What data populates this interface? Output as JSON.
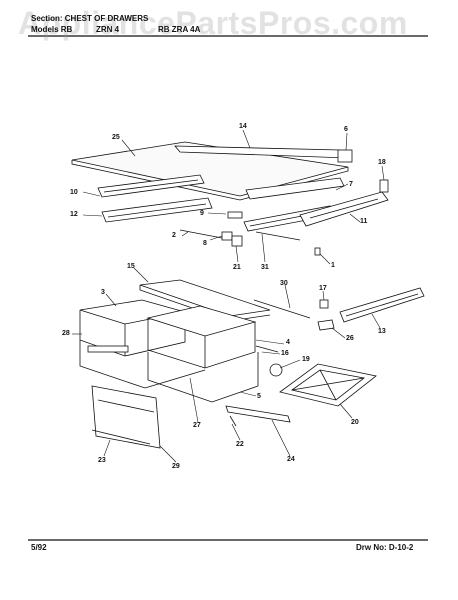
{
  "header": {
    "section_line": "Section: CHEST OF DRAWERS",
    "model_line_left": "Models RB",
    "model_line_mid": "ZRN 4",
    "model_line_right": "RB ZRA 4A"
  },
  "watermark": "AppliancePartsPros.com",
  "footer": {
    "date": "5/92",
    "drawing_no": "Drw No: D-10-2"
  },
  "callouts": {
    "c1": "1",
    "c2": "2",
    "c3": "3",
    "c4": "4",
    "c5": "5",
    "c6": "6",
    "c7": "7",
    "c8": "8",
    "c9": "9",
    "c10": "10",
    "c11": "11",
    "c12": "12",
    "c13": "13",
    "c14": "14",
    "c15": "15",
    "c16": "16",
    "c17": "17",
    "c18": "18",
    "c19": "19",
    "c20": "20",
    "c21": "21",
    "c22": "22",
    "c23": "23",
    "c24": "24",
    "c25": "25",
    "c26": "26",
    "c27": "27",
    "c28": "28",
    "c29": "29",
    "c30": "30",
    "c31": "31"
  },
  "colors": {
    "ink": "#111111",
    "paper": "#ffffff",
    "watermark": "#969696"
  }
}
